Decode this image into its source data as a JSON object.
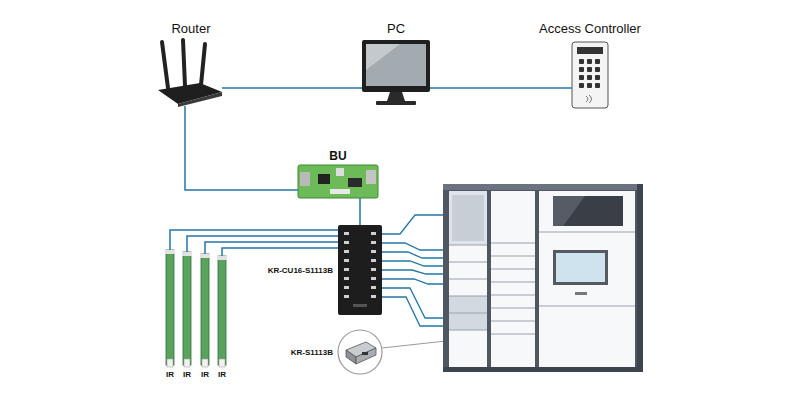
{
  "diagram": {
    "nodes": [
      {
        "text": [
          "Router"
        ]
      },
      {
        "text": [
          "PC"
        ]
      },
      {
        "text": [
          "Access Controller"
        ]
      },
      {
        "text": [
          "BU"
        ]
      },
      {
        "text": [
          "KR-CU16-S1113B"
        ]
      },
      {
        "text": [
          "KR-S1113B"
        ]
      },
      {
        "text": [
          "IR"
        ]
      },
      {
        "text": [
          "IR"
        ]
      },
      {
        "text": [
          "IR"
        ]
      },
      {
        "text": [
          "IR"
        ]
      }
    ],
    "edges": [
      {
        "from": 0,
        "to": 1,
        "arrow": "none"
      },
      {
        "from": 1,
        "to": 2,
        "arrow": "none"
      },
      {
        "from": 0,
        "to": 3,
        "arrow": "none"
      },
      {
        "from": 3,
        "to": 4,
        "arrow": "none"
      },
      {
        "from": 4,
        "to": 6,
        "arrow": "none"
      },
      {
        "from": 4,
        "to": 7,
        "arrow": "none"
      },
      {
        "from": 4,
        "to": 8,
        "arrow": "none"
      },
      {
        "from": 4,
        "to": 9,
        "arrow": "none"
      }
    ]
  }
}
